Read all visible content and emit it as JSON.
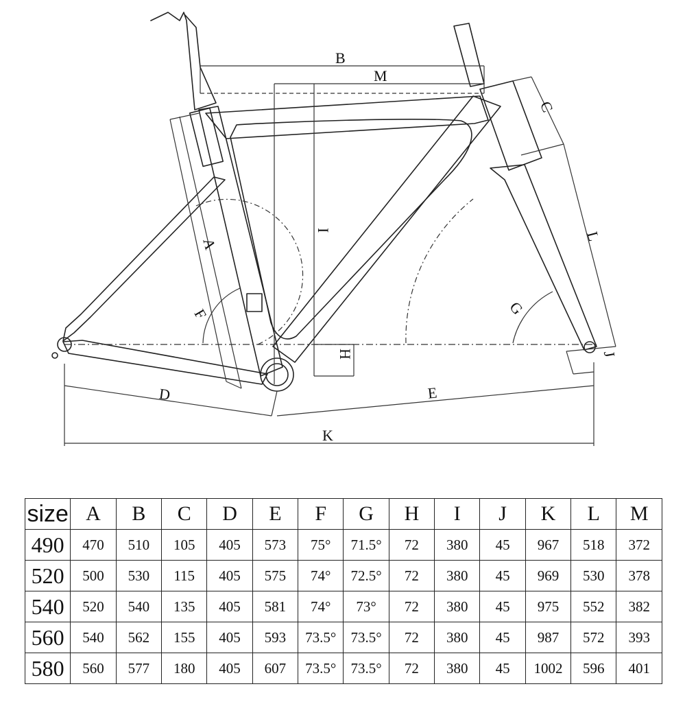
{
  "diagram": {
    "labels": {
      "A": "A",
      "B": "B",
      "C": "C",
      "D": "D",
      "E": "E",
      "F": "F",
      "G": "G",
      "H": "H",
      "I": "I",
      "J": "J",
      "K": "K",
      "L": "L",
      "M": "M"
    }
  },
  "table": {
    "headers": [
      "size",
      "A",
      "B",
      "C",
      "D",
      "E",
      "F",
      "G",
      "H",
      "I",
      "J",
      "K",
      "L",
      "M"
    ],
    "rows": [
      [
        "490",
        "470",
        "510",
        "105",
        "405",
        "573",
        "75°",
        "71.5°",
        "72",
        "380",
        "45",
        "967",
        "518",
        "372"
      ],
      [
        "520",
        "500",
        "530",
        "115",
        "405",
        "575",
        "74°",
        "72.5°",
        "72",
        "380",
        "45",
        "969",
        "530",
        "378"
      ],
      [
        "540",
        "520",
        "540",
        "135",
        "405",
        "581",
        "74°",
        "73°",
        "72",
        "380",
        "45",
        "975",
        "552",
        "382"
      ],
      [
        "560",
        "540",
        "562",
        "155",
        "405",
        "593",
        "73.5°",
        "73.5°",
        "72",
        "380",
        "45",
        "987",
        "572",
        "393"
      ],
      [
        "580",
        "560",
        "577",
        "180",
        "405",
        "607",
        "73.5°",
        "73.5°",
        "72",
        "380",
        "45",
        "1002",
        "596",
        "401"
      ]
    ]
  }
}
